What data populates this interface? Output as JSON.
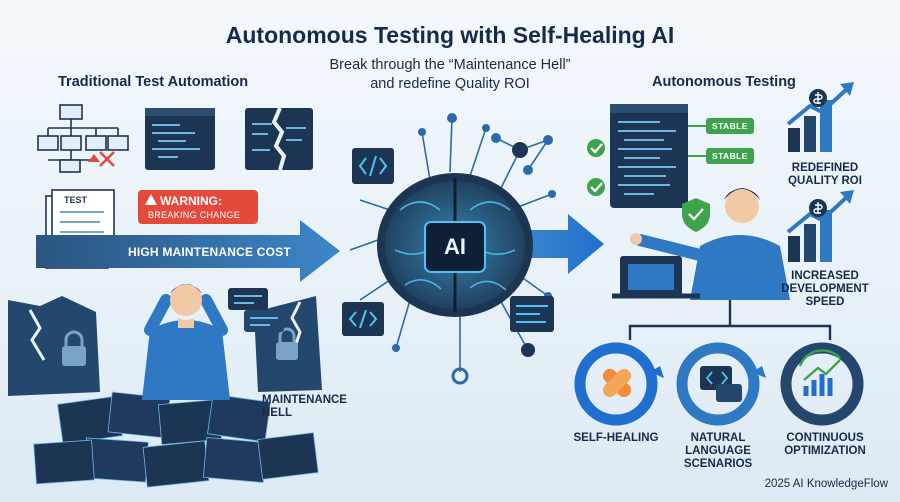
{
  "header": {
    "title": "Autonomous Testing with Self-Healing AI",
    "subtitle_line1": "Break through the “Maintenance Hell”",
    "subtitle_line2": "and redefine Quality ROI"
  },
  "left": {
    "heading": "Traditional Test Automation",
    "test_doc_label": "TEST",
    "warning_title": "WARNING:",
    "warning_detail": "BREAKING CHANGE",
    "arrow_label": "HIGH MAINTENANCE COST",
    "hell_line1": "MAINTENANCE",
    "hell_line2": "HELL"
  },
  "center": {
    "brain_label": "AI"
  },
  "right": {
    "heading": "Autonomous Testing",
    "stable_badges": [
      "STABLE",
      "STABLE"
    ],
    "benefits": [
      {
        "lines": [
          "REDEFINED",
          "QUALITY ROI"
        ]
      },
      {
        "lines": [
          "INCREASED",
          "DEVELOPMENT",
          "SPEED"
        ]
      }
    ],
    "cycle": [
      {
        "lines": [
          "SELF-HEALING"
        ]
      },
      {
        "lines": [
          "NATURAL",
          "LANGUAGE",
          "SCENARIOS"
        ]
      },
      {
        "lines": [
          "CONTINUOUS",
          "OPTIMIZATION"
        ]
      }
    ]
  },
  "footer": {
    "credit": "2025 AI KnowledgeFlow"
  },
  "colors": {
    "navy": "#1c3552",
    "blue": "#2f78c4",
    "accent_cyan": "#4fc3f7",
    "warning_red": "#e34a3c",
    "stable_green": "#3fa34d"
  }
}
